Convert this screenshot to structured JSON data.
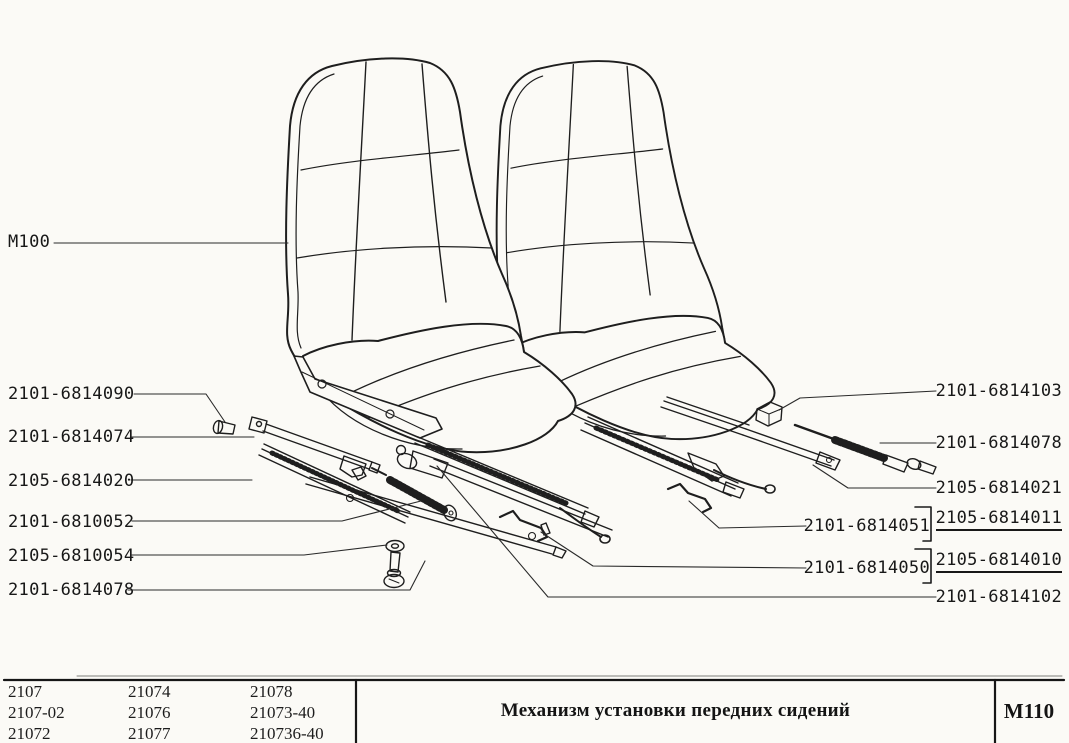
{
  "page": {
    "background": "#fbfaf6",
    "ink": "#1c1c1c"
  },
  "diagram": {
    "figure_ref": "M100",
    "callouts_left": [
      {
        "text": "2101-6814090"
      },
      {
        "text": "2101-6814074"
      },
      {
        "text": "2105-6814020"
      },
      {
        "text": "2101-6810052"
      },
      {
        "text": "2105-6810054"
      },
      {
        "text": "2101-6814078"
      }
    ],
    "callouts_right": [
      {
        "text": "2101-6814103"
      },
      {
        "text": "2101-6814078"
      },
      {
        "text": "2105-6814021"
      },
      {
        "text": "2105-6814011",
        "underlined": true
      },
      {
        "text": "2105-6814010",
        "underlined": true
      },
      {
        "text": "2101-6814102"
      }
    ],
    "callouts_mid": [
      {
        "text": "2101-6814051"
      },
      {
        "text": "2101-6814050"
      }
    ]
  },
  "title_block": {
    "models_col1": [
      "2107",
      "2107-02",
      "21072"
    ],
    "models_col2": [
      "21074",
      "21076",
      "21077"
    ],
    "models_col3": [
      "21078",
      "21073-40",
      "210736-40"
    ],
    "title": "Механизм установки передних сидений",
    "sheet_code": "M110"
  }
}
